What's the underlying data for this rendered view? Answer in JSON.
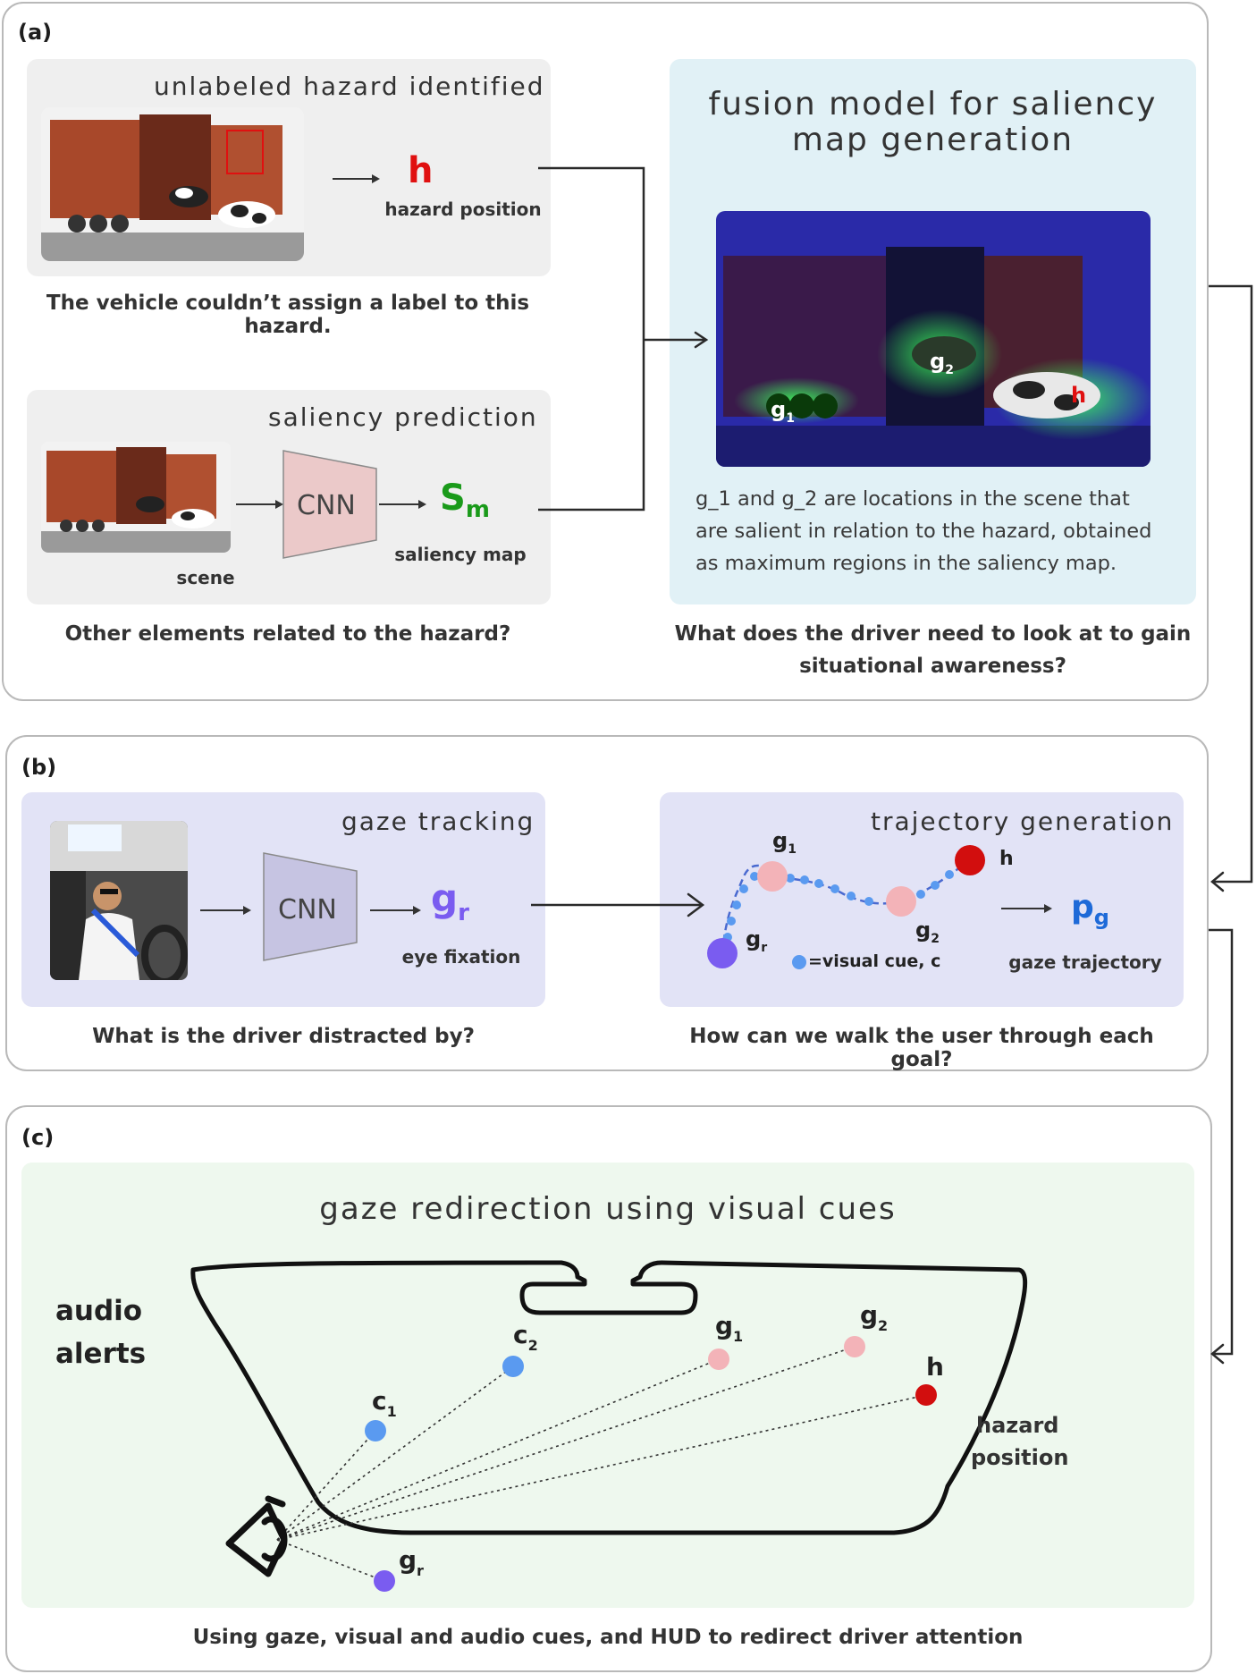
{
  "panel_a": {
    "label": "(a)",
    "hazard_box_title": "unlabeled hazard identified",
    "hazard_symbol": "h",
    "hazard_position_label": "hazard position",
    "hazard_caption": "The vehicle couldn’t assign a label to this hazard.",
    "saliency_box_title": "saliency prediction",
    "cnn_label": "CNN",
    "saliency_symbol": "S",
    "saliency_symbol_sub": "m",
    "saliency_map_label": "saliency map",
    "scene_label": "scene",
    "saliency_caption": "Other elements related to the hazard?",
    "fusion_title_line1": "fusion model for saliency",
    "fusion_title_line2": "map generation",
    "fusion_g1": "g",
    "fusion_g1_sub": "1",
    "fusion_g2": "g",
    "fusion_g2_sub": "2",
    "fusion_h": "h",
    "fusion_desc_line1": "g_1 and g_2 are locations in the scene that",
    "fusion_desc_line2": "are salient in relation to the hazard, obtained",
    "fusion_desc_line3": "as maximum regions in the saliency map.",
    "fusion_caption_line1": "What does the driver need to look at to gain",
    "fusion_caption_line2": "situational awareness?"
  },
  "panel_b": {
    "label": "(b)",
    "gaze_box_title": "gaze tracking",
    "cnn_label": "CNN",
    "gaze_symbol": "g",
    "gaze_symbol_sub": "r",
    "eye_fixation_label": "eye fixation",
    "gaze_caption": "What is the driver distracted by?",
    "traj_box_title": "trajectory generation",
    "traj_g1": "g",
    "traj_g1_sub": "1",
    "traj_g2": "g",
    "traj_g2_sub": "2",
    "traj_gr": "g",
    "traj_gr_sub": "r",
    "traj_h": "h",
    "visual_cue_legend": "=visual cue, c",
    "pg_symbol": "p",
    "pg_symbol_sub": "g",
    "gaze_trajectory_label": "gaze trajectory",
    "traj_caption": "How can we walk the user through each goal?"
  },
  "panel_c": {
    "label": "(c)",
    "title": "gaze redirection using visual cues",
    "audio_line1": "audio",
    "audio_line2": "alerts",
    "c1": "c",
    "c1_sub": "1",
    "c2": "c",
    "c2_sub": "2",
    "g1": "g",
    "g1_sub": "1",
    "g2": "g",
    "g2_sub": "2",
    "h": "h",
    "gr": "g",
    "gr_sub": "r",
    "hazard_line1": "hazard",
    "hazard_line2": "position",
    "caption": "Using gaze, visual and audio cues, and HUD to redirect driver attention"
  },
  "colors": {
    "hazard_red": "#e01010",
    "saliency_green": "#1a9a1a",
    "gaze_purple": "#7a5cf0",
    "cue_blue": "#5a9af0",
    "goal_pink": "#f3b3b8",
    "pg_blue": "#1e6ad8"
  }
}
